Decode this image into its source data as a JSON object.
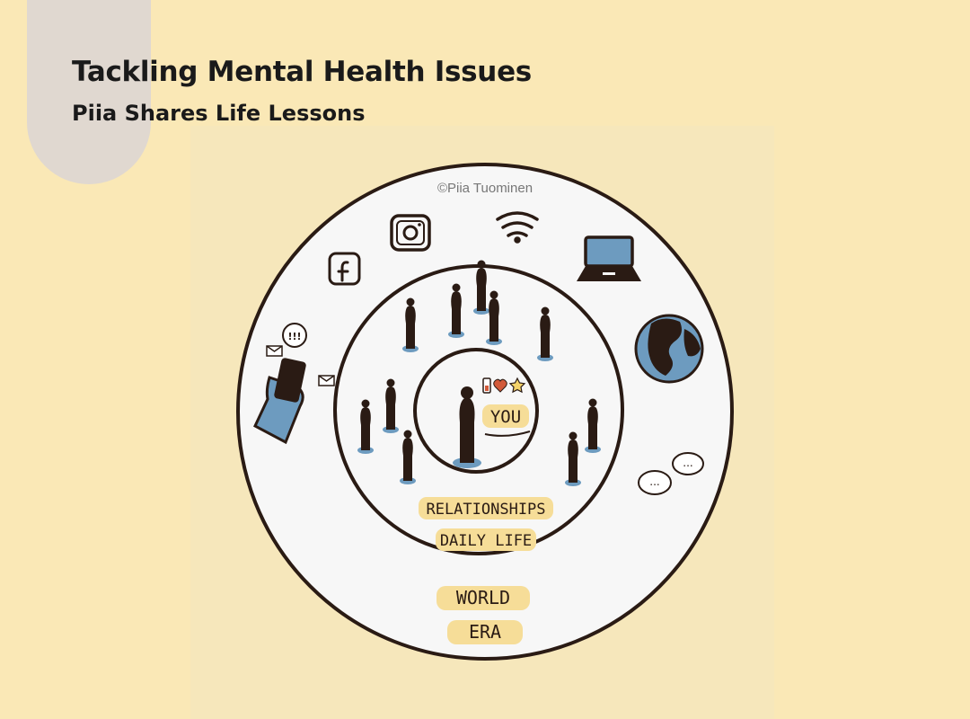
{
  "header": {
    "title": "Tackling Mental Health Issues",
    "subtitle": "Piia Shares Life Lessons"
  },
  "diagram": {
    "copyright": "©Piia Tuominen",
    "center_label": "YOU",
    "middle_labels": [
      "RELATIONSHIPS",
      "DAILY LIFE"
    ],
    "outer_labels": [
      "WORLD",
      "ERA"
    ],
    "icons": [
      "facebook-icon",
      "instagram-icon",
      "wifi-icon",
      "laptop-icon",
      "globe-icon",
      "speech-bubbles-icon",
      "phone-hand-icon",
      "battery-icon",
      "heart-icon",
      "star-icon"
    ],
    "speech_bubble_texts": [
      "...",
      "..."
    ],
    "alert_text": "!!!"
  },
  "colors": {
    "background": "#fae8b6",
    "highlight": "#f6dd98",
    "figure": "#2a1b14",
    "accent_blue": "#6d9bbf"
  }
}
